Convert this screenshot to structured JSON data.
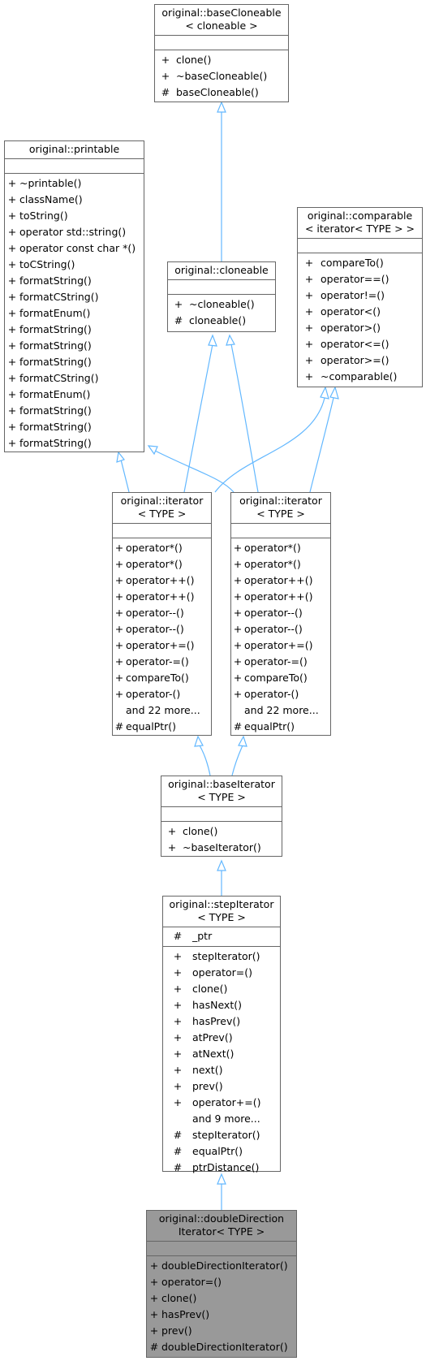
{
  "nodes": {
    "baseCloneable": {
      "title": [
        "original::baseCloneable",
        "< cloneable >"
      ],
      "attributes": [],
      "operations": [
        {
          "vis": "+",
          "name": "clone()"
        },
        {
          "vis": "+",
          "name": "~baseCloneable()"
        },
        {
          "vis": "#",
          "name": "baseCloneable()"
        }
      ]
    },
    "printable": {
      "title": [
        "original::printable"
      ],
      "attributes": [],
      "operations": [
        {
          "vis": "+",
          "name": "~printable()"
        },
        {
          "vis": "+",
          "name": "className()"
        },
        {
          "vis": "+",
          "name": "toString()"
        },
        {
          "vis": "+",
          "name": "operator std::string()"
        },
        {
          "vis": "+",
          "name": "operator const char *()"
        },
        {
          "vis": "+",
          "name": "toCString()"
        },
        {
          "vis": "+",
          "name": "formatString()"
        },
        {
          "vis": "+",
          "name": "formatCString()"
        },
        {
          "vis": "+",
          "name": "formatEnum()"
        },
        {
          "vis": "+",
          "name": "formatString()"
        },
        {
          "vis": "+",
          "name": "formatString()"
        },
        {
          "vis": "+",
          "name": "formatString()"
        },
        {
          "vis": "+",
          "name": "formatCString()"
        },
        {
          "vis": "+",
          "name": "formatEnum()"
        },
        {
          "vis": "+",
          "name": "formatString()"
        },
        {
          "vis": "+",
          "name": "formatString()"
        },
        {
          "vis": "+",
          "name": "formatString()"
        }
      ]
    },
    "comparable": {
      "title": [
        "original::comparable",
        "< iterator< TYPE > >"
      ],
      "attributes": [],
      "operations": [
        {
          "vis": "+",
          "name": "compareTo()"
        },
        {
          "vis": "+",
          "name": "operator==()"
        },
        {
          "vis": "+",
          "name": "operator!=()"
        },
        {
          "vis": "+",
          "name": "operator<()"
        },
        {
          "vis": "+",
          "name": "operator>()"
        },
        {
          "vis": "+",
          "name": "operator<=()"
        },
        {
          "vis": "+",
          "name": "operator>=()"
        },
        {
          "vis": "+",
          "name": "~comparable()"
        }
      ]
    },
    "cloneable": {
      "title": [
        "original::cloneable"
      ],
      "attributes": [],
      "operations": [
        {
          "vis": "+",
          "name": "~cloneable()"
        },
        {
          "vis": "#",
          "name": "cloneable()"
        }
      ]
    },
    "iteratorLeft": {
      "title": [
        "original::iterator",
        "< TYPE >"
      ],
      "attributes": [],
      "operations": [
        {
          "vis": "+",
          "name": "operator*()"
        },
        {
          "vis": "+",
          "name": "operator*()"
        },
        {
          "vis": "+",
          "name": "operator++()"
        },
        {
          "vis": "+",
          "name": "operator++()"
        },
        {
          "vis": "+",
          "name": "operator--()"
        },
        {
          "vis": "+",
          "name": "operator--()"
        },
        {
          "vis": "+",
          "name": "operator+=()"
        },
        {
          "vis": "+",
          "name": "operator-=()"
        },
        {
          "vis": "+",
          "name": "compareTo()"
        },
        {
          "vis": "+",
          "name": "operator-()"
        },
        {
          "vis": "",
          "name": "and 22 more..."
        },
        {
          "vis": "#",
          "name": "equalPtr()"
        }
      ]
    },
    "iteratorRight": {
      "title": [
        "original::iterator",
        "< TYPE >"
      ],
      "attributes": [],
      "operations": [
        {
          "vis": "+",
          "name": "operator*()"
        },
        {
          "vis": "+",
          "name": "operator*()"
        },
        {
          "vis": "+",
          "name": "operator++()"
        },
        {
          "vis": "+",
          "name": "operator++()"
        },
        {
          "vis": "+",
          "name": "operator--()"
        },
        {
          "vis": "+",
          "name": "operator--()"
        },
        {
          "vis": "+",
          "name": "operator+=()"
        },
        {
          "vis": "+",
          "name": "operator-=()"
        },
        {
          "vis": "+",
          "name": "compareTo()"
        },
        {
          "vis": "+",
          "name": "operator-()"
        },
        {
          "vis": "",
          "name": "and 22 more..."
        },
        {
          "vis": "#",
          "name": "equalPtr()"
        }
      ]
    },
    "baseIterator": {
      "title": [
        "original::baseIterator",
        "< TYPE >"
      ],
      "attributes": [],
      "operations": [
        {
          "vis": "+",
          "name": "clone()"
        },
        {
          "vis": "+",
          "name": "~baseIterator()"
        }
      ]
    },
    "stepIterator": {
      "title": [
        "original::stepIterator",
        "< TYPE >"
      ],
      "attributes": [
        {
          "vis": "#",
          "name": "_ptr"
        }
      ],
      "operations": [
        {
          "vis": "+",
          "name": "stepIterator()"
        },
        {
          "vis": "+",
          "name": "operator=()"
        },
        {
          "vis": "+",
          "name": "clone()"
        },
        {
          "vis": "+",
          "name": "hasNext()"
        },
        {
          "vis": "+",
          "name": "hasPrev()"
        },
        {
          "vis": "+",
          "name": "atPrev()"
        },
        {
          "vis": "+",
          "name": "atNext()"
        },
        {
          "vis": "+",
          "name": "next()"
        },
        {
          "vis": "+",
          "name": "prev()"
        },
        {
          "vis": "+",
          "name": "operator+=()"
        },
        {
          "vis": "",
          "name": "and 9 more..."
        },
        {
          "vis": "#",
          "name": "stepIterator()"
        },
        {
          "vis": "#",
          "name": "equalPtr()"
        },
        {
          "vis": "#",
          "name": "ptrDistance()"
        }
      ]
    },
    "doubleDirectionIterator": {
      "title": [
        "original::doubleDirection",
        "Iterator< TYPE >"
      ],
      "attributes": [],
      "operations": [
        {
          "vis": "+",
          "name": "doubleDirectionIterator()"
        },
        {
          "vis": "+",
          "name": "operator=()"
        },
        {
          "vis": "+",
          "name": "clone()"
        },
        {
          "vis": "+",
          "name": "hasPrev()"
        },
        {
          "vis": "+",
          "name": "prev()"
        },
        {
          "vis": "#",
          "name": "doubleDirectionIterator()"
        }
      ]
    }
  },
  "edges": [
    {
      "from": "cloneable",
      "to": "baseCloneable"
    },
    {
      "from": "iteratorLeft",
      "to": "printable"
    },
    {
      "from": "iteratorLeft",
      "to": "cloneable"
    },
    {
      "from": "iteratorLeft",
      "to": "comparable"
    },
    {
      "from": "iteratorRight",
      "to": "printable"
    },
    {
      "from": "iteratorRight",
      "to": "cloneable"
    },
    {
      "from": "iteratorRight",
      "to": "comparable"
    },
    {
      "from": "baseIterator",
      "to": "iteratorLeft"
    },
    {
      "from": "baseIterator",
      "to": "iteratorRight"
    },
    {
      "from": "stepIterator",
      "to": "baseIterator"
    },
    {
      "from": "doubleDirectionIterator",
      "to": "stepIterator"
    }
  ],
  "colors": {
    "edge": "#63b8ff",
    "border": "#666666",
    "current_fill": "#999999"
  }
}
